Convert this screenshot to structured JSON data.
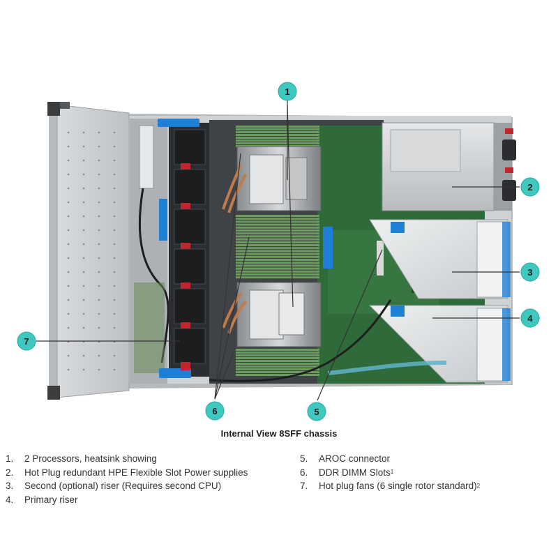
{
  "caption": "Internal View 8SFF chassis",
  "callouts": [
    {
      "number": "1"
    },
    {
      "number": "2"
    },
    {
      "number": "3"
    },
    {
      "number": "4"
    },
    {
      "number": "5"
    },
    {
      "number": "6"
    },
    {
      "number": "7"
    }
  ],
  "legend_left": [
    {
      "num": "1.",
      "text": "2 Processors, heatsink showing",
      "sup": ""
    },
    {
      "num": "2.",
      "text": "Hot Plug redundant HPE Flexible Slot Power supplies",
      "sup": ""
    },
    {
      "num": "3.",
      "text": "Second (optional) riser (Requires second CPU)",
      "sup": ""
    },
    {
      "num": "4.",
      "text": "Primary riser",
      "sup": ""
    }
  ],
  "legend_right": [
    {
      "num": "5.",
      "text": "AROC connector",
      "sup": ""
    },
    {
      "num": "6.",
      "text": "DDR DIMM Slots",
      "sup": "1"
    },
    {
      "num": "7.",
      "text": "Hot plug fans (6 single rotor standard)",
      "sup": "2"
    }
  ],
  "colors": {
    "callout_fill": "#3ec8c0",
    "callout_text": "#1a1a1a",
    "pcb_green": "#2f6b3a",
    "chassis_grey": "#c9cbcd",
    "accent_blue": "#1f7fd6",
    "fan_red": "#c2252e"
  }
}
